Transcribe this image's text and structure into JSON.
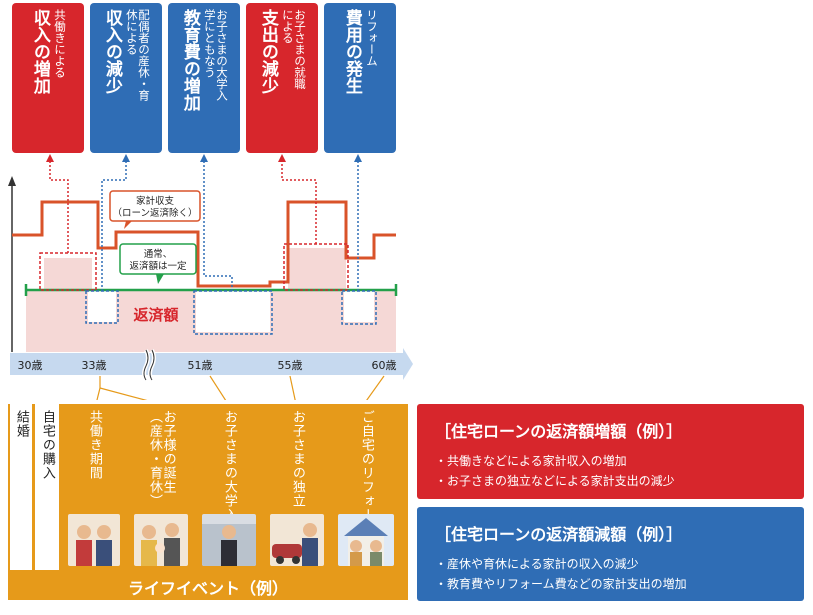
{
  "top_boxes": [
    {
      "sub": "共働きによる",
      "main": "収入の増加",
      "color": "#d7262c"
    },
    {
      "sub": "配偶者の産休・育休による",
      "main": "収入の減少",
      "color": "#2f6db5"
    },
    {
      "sub": "お子さまの大学入学にともなう",
      "main": "教育費の増加",
      "color": "#2f6db5"
    },
    {
      "sub": "お子さまの就職による",
      "main": "支出の減少",
      "color": "#d7262c"
    },
    {
      "sub": "リフォーム",
      "main": "費用の発生",
      "color": "#2f6db5"
    }
  ],
  "chart": {
    "household_label_line1": "家計収支",
    "household_label_line2": "（ローン返済除く）",
    "repay_label_line1": "通常、",
    "repay_label_line2": "返済額は一定",
    "repayment_label": "返済額"
  },
  "axis": {
    "ages": [
      "30歳",
      "33歳",
      "51歳",
      "55歳",
      "60歳"
    ]
  },
  "life_events": {
    "items": [
      {
        "label": "結婚",
        "style": "white"
      },
      {
        "label": "自宅の購入",
        "style": "white"
      },
      {
        "label": "共働き期間",
        "style": "orange"
      },
      {
        "label": "お子様の誕生（産休・育休）",
        "style": "orange"
      },
      {
        "label": "お子さまの大学入学",
        "style": "orange"
      },
      {
        "label": "お子さまの独立",
        "style": "orange"
      },
      {
        "label": "ご自宅のリフォーム",
        "style": "orange"
      }
    ],
    "footer": "ライフイベント（例）"
  },
  "increase_box": {
    "title": "［住宅ローンの返済額増額（例）］",
    "items": [
      "共働きなどによる家計収入の増加",
      "お子さまの独立などによる家計支出の減少"
    ],
    "color": "#d7262c"
  },
  "decrease_box": {
    "title": "［住宅ローンの返済額減額（例）］",
    "items": [
      "産休や育休による家計の収入の減少",
      "教育費やリフォーム費などの家計支出の増加"
    ],
    "color": "#2f6db5"
  },
  "colors": {
    "orange": "#e69a1a",
    "green": "#23a04a",
    "pink": "#f5d8d6",
    "red_line": "#d9532a"
  }
}
